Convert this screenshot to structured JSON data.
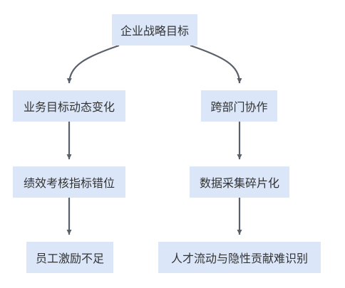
{
  "theme": {
    "node_fill": "#dbe7f8",
    "edge_color": "#5a606a",
    "text_color": "#333333"
  },
  "nodes": {
    "root": "企业战略目标",
    "left_1": "业务目标动态变化",
    "left_2": "绩效考核指标错位",
    "left_3": "员工激励不足",
    "right_1": "跨部门协作",
    "right_2": "数据采集碎片化",
    "right_3": "人才流动与隐性贡献难识别"
  },
  "edges": [
    {
      "from": "root",
      "to": "left_1"
    },
    {
      "from": "root",
      "to": "right_1"
    },
    {
      "from": "left_1",
      "to": "left_2"
    },
    {
      "from": "left_2",
      "to": "left_3"
    },
    {
      "from": "right_1",
      "to": "right_2"
    },
    {
      "from": "right_2",
      "to": "right_3"
    }
  ]
}
